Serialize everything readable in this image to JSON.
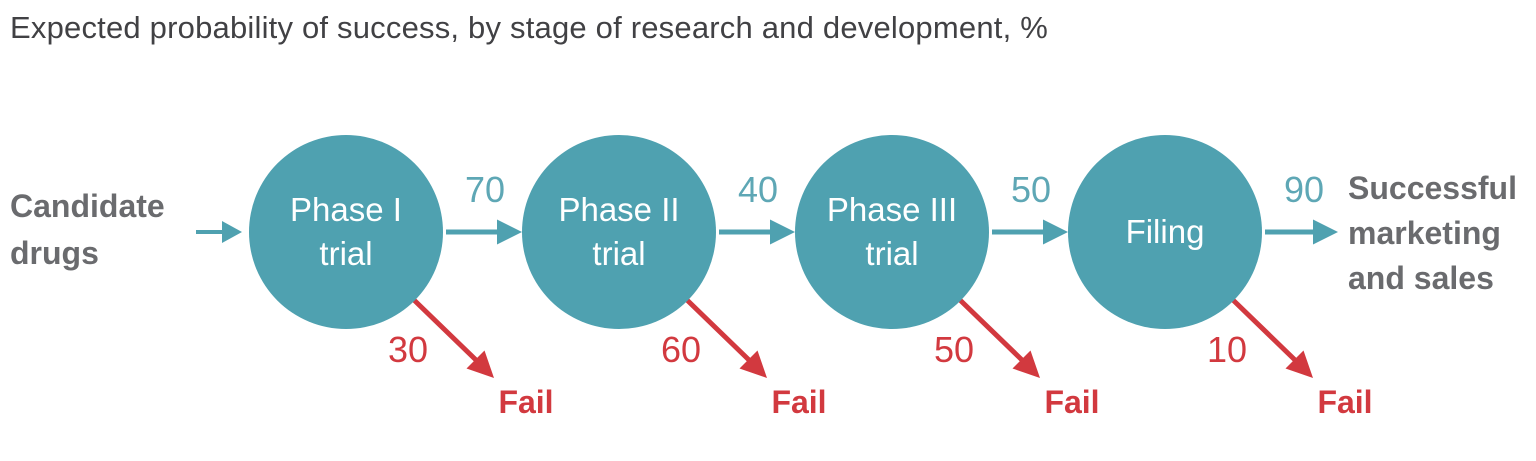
{
  "title": "Expected probability of success, by stage of research and development, %",
  "source": {
    "label": "Candidate drugs"
  },
  "sink": {
    "label": "Successful marketing and sales"
  },
  "stages": [
    {
      "name": "Phase I trial",
      "success_pct": "70",
      "fail_pct": "30",
      "fail_label": "Fail"
    },
    {
      "name": "Phase II trial",
      "success_pct": "40",
      "fail_pct": "60",
      "fail_label": "Fail"
    },
    {
      "name": "Phase III trial",
      "success_pct": "50",
      "fail_pct": "50",
      "fail_label": "Fail"
    },
    {
      "name": "Filing",
      "success_pct": "90",
      "fail_pct": "10",
      "fail_label": "Fail"
    }
  ],
  "colors": {
    "node": "#4FA1B0",
    "nodeText": "#FFFFFF",
    "arrow": "#4FA1B0",
    "number": "#5EA7B5",
    "fail": "#D2393F",
    "label": "#6A6B6E",
    "title": "#414144"
  }
}
